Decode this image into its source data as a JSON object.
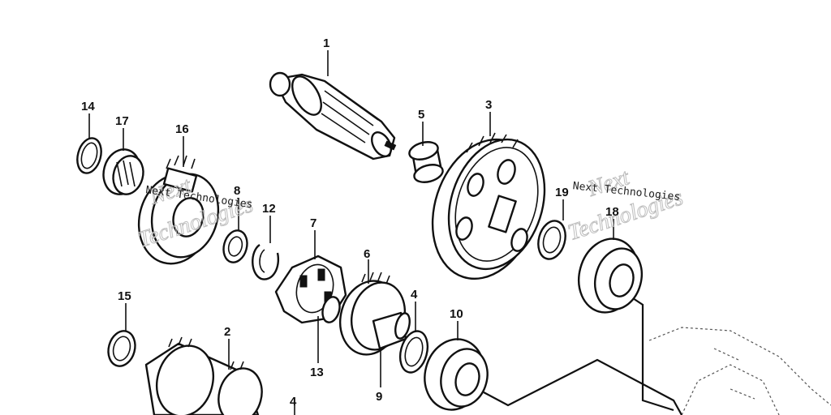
{
  "callouts": {
    "c1": "1",
    "c2": "2",
    "c3": "3",
    "c4a": "4",
    "c4b": "4",
    "c5": "5",
    "c6": "6",
    "c7": "7",
    "c8": "8",
    "c9": "9",
    "c10": "10",
    "c12": "12",
    "c13": "13",
    "c14": "14",
    "c15": "15",
    "c16": "16",
    "c17": "17",
    "c18": "18",
    "c19": "19"
  },
  "watermarks": {
    "left_big_1": "Next",
    "left_big_2": "Technologies",
    "left_small": "Next Technologies",
    "right_big_1": "Next",
    "right_big_2": "Technologies",
    "right_small": "Next Technologies"
  }
}
